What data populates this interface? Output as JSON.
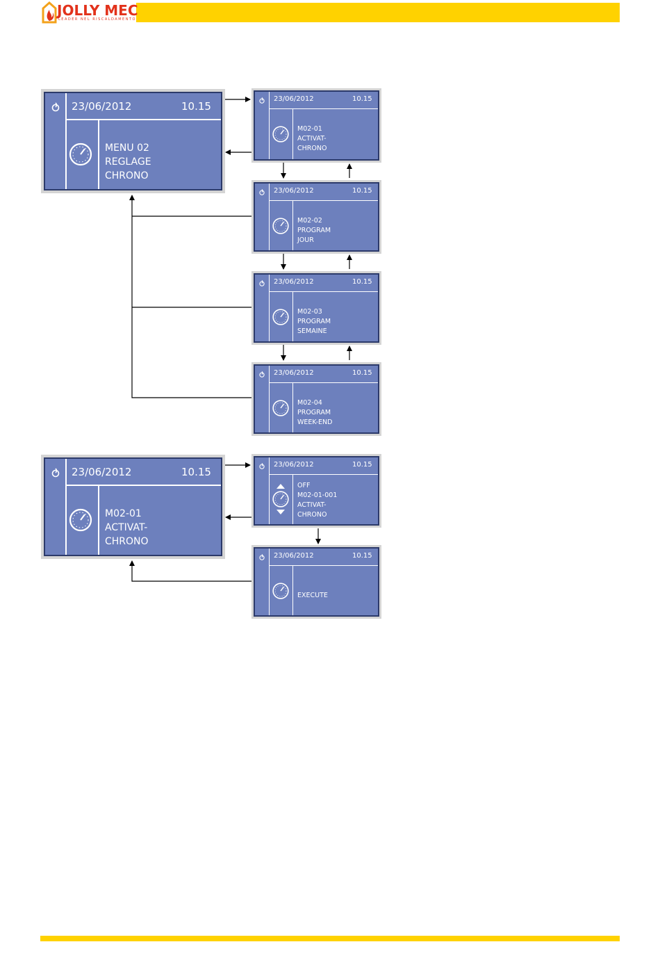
{
  "brand": {
    "logo_text": "JOLLY MEC",
    "tagline": "LEADER NEL RISCALDAMENTO",
    "accent_color": "#ffd200",
    "logo_color": "#e2321b"
  },
  "lcd_colors": {
    "background": "#6d80bd",
    "text": "#ffffff"
  },
  "screens": {
    "main1": {
      "date": "23/06/2012",
      "time": "10.15",
      "line1": "MENU 02",
      "line2": "REGLAGE",
      "line3": "CHRONO"
    },
    "s1": {
      "date": "23/06/2012",
      "time": "10.15",
      "line1": "M02-01",
      "line2": "ACTIVAT-",
      "line3": "CHRONO"
    },
    "s2": {
      "date": "23/06/2012",
      "time": "10.15",
      "line1": "M02-02",
      "line2": "PROGRAM",
      "line3": "JOUR"
    },
    "s3": {
      "date": "23/06/2012",
      "time": "10.15",
      "line1": "M02-03",
      "line2": "PROGRAM",
      "line3": "SEMAINE"
    },
    "s4": {
      "date": "23/06/2012",
      "time": "10.15",
      "line1": "M02-04",
      "line2": "PROGRAM",
      "line3": "WEEK-END"
    },
    "main2": {
      "date": "23/06/2012",
      "time": "10.15",
      "line1": "M02-01",
      "line2": "ACTIVAT-",
      "line3": "CHRONO"
    },
    "s5": {
      "date": "23/06/2012",
      "time": "10.15",
      "line1": "OFF",
      "line2": "M02-01-001",
      "line3": "ACTIVAT-",
      "line4": "CHRONO"
    },
    "s6": {
      "date": "23/06/2012",
      "time": "10.15",
      "line1": "EXECUTE"
    }
  }
}
